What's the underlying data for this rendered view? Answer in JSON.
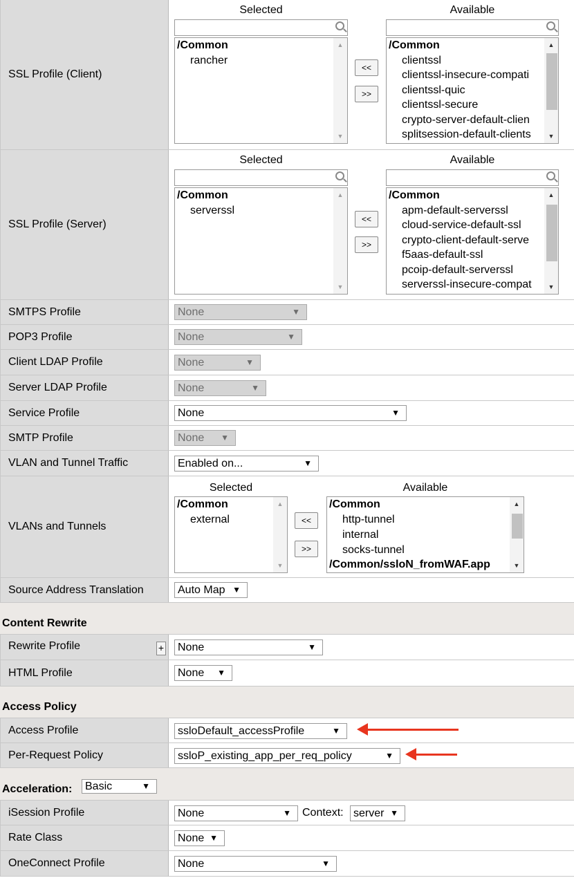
{
  "ssl_client": {
    "label": "SSL Profile (Client)",
    "selected_header": "Selected",
    "available_header": "Available",
    "selected_group": "/Common",
    "selected_items": [
      "rancher"
    ],
    "available_group": "/Common",
    "available_items": [
      "clientssl",
      "clientssl-insecure-compati",
      "clientssl-quic",
      "clientssl-secure",
      "crypto-server-default-clien",
      "splitsession-default-clients"
    ],
    "remove_label": "<<",
    "add_label": ">>"
  },
  "ssl_server": {
    "label": "SSL Profile (Server)",
    "selected_header": "Selected",
    "available_header": "Available",
    "selected_group": "/Common",
    "selected_items": [
      "serverssl"
    ],
    "available_group": "/Common",
    "available_items": [
      "apm-default-serverssl",
      "cloud-service-default-ssl",
      "crypto-client-default-serve",
      "f5aas-default-ssl",
      "pcoip-default-serverssl",
      "serverssl-insecure-compat"
    ],
    "remove_label": "<<",
    "add_label": ">>"
  },
  "smtps": {
    "label": "SMTPS Profile",
    "value": "None"
  },
  "pop3": {
    "label": "POP3 Profile",
    "value": "None"
  },
  "client_ldap": {
    "label": "Client LDAP Profile",
    "value": "None"
  },
  "server_ldap": {
    "label": "Server LDAP Profile",
    "value": "None"
  },
  "service": {
    "label": "Service Profile",
    "value": "None"
  },
  "smtp": {
    "label": "SMTP Profile",
    "value": "None"
  },
  "vlan_traffic": {
    "label": "VLAN and Tunnel Traffic",
    "value": "Enabled on..."
  },
  "vlans": {
    "label": "VLANs and Tunnels",
    "selected_header": "Selected",
    "available_header": "Available",
    "selected_group": "/Common",
    "selected_items": [
      "external"
    ],
    "available_group": "/Common",
    "available_items": [
      "http-tunnel",
      "internal",
      "socks-tunnel"
    ],
    "available_group2": "/Common/ssloN_fromWAF.app",
    "remove_label": "<<",
    "add_label": ">>"
  },
  "snat": {
    "label": "Source Address Translation",
    "value": "Auto Map"
  },
  "content_rewrite": {
    "title": "Content Rewrite",
    "rewrite_label": "Rewrite Profile",
    "rewrite_value": "None",
    "plus_label": "+",
    "html_label": "HTML Profile",
    "html_value": "None"
  },
  "access_policy": {
    "title": "Access Policy",
    "access_label": "Access Profile",
    "access_value": "ssloDefault_accessProfile",
    "per_request_label": "Per-Request Policy",
    "per_request_value": "ssloP_existing_app_per_req_policy"
  },
  "acceleration": {
    "title": "Acceleration:",
    "mode": "Basic",
    "isession_label": "iSession Profile",
    "isession_value": "None",
    "context_label": "Context:",
    "context_value": "server",
    "rate_label": "Rate Class",
    "rate_value": "None",
    "oneconnect_label": "OneConnect Profile",
    "oneconnect_value": "None"
  },
  "colors": {
    "label_bg": "#dcdcdc",
    "section_bg": "#ece9e6",
    "annotation_arrow": "#e8351f"
  },
  "icons": {
    "dropdown": "triangle-down-icon",
    "search": "search-icon",
    "annotation": "red-arrow-icon"
  }
}
